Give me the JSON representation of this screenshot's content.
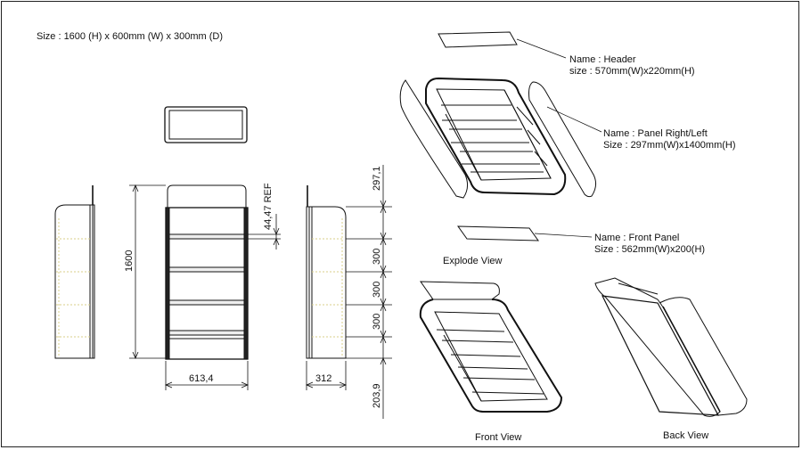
{
  "spec": {
    "size_label": "Size : 1600 (H) x 600mm (W) x 300mm (D)"
  },
  "parts": {
    "header": {
      "name": "Name : Header",
      "size": "size : 570mm(W)x220mm(H)"
    },
    "panel": {
      "name": "Name : Panel Right/Left",
      "size": "Size : 297mm(W)x1400mm(H)"
    },
    "front_panel": {
      "name": "Name : Front Panel",
      "size": "Size : 562mm(W)x200(H)"
    }
  },
  "dimensions": {
    "height_total": "1600",
    "ref": "44,47 REF",
    "top": "297,1",
    "shelf1": "300",
    "shelf2": "300",
    "shelf3": "300",
    "bottom": "203,9",
    "width": "613,4",
    "depth": "312"
  },
  "views": {
    "explode": "Explode View",
    "front": "Front View",
    "back": "Back View"
  }
}
